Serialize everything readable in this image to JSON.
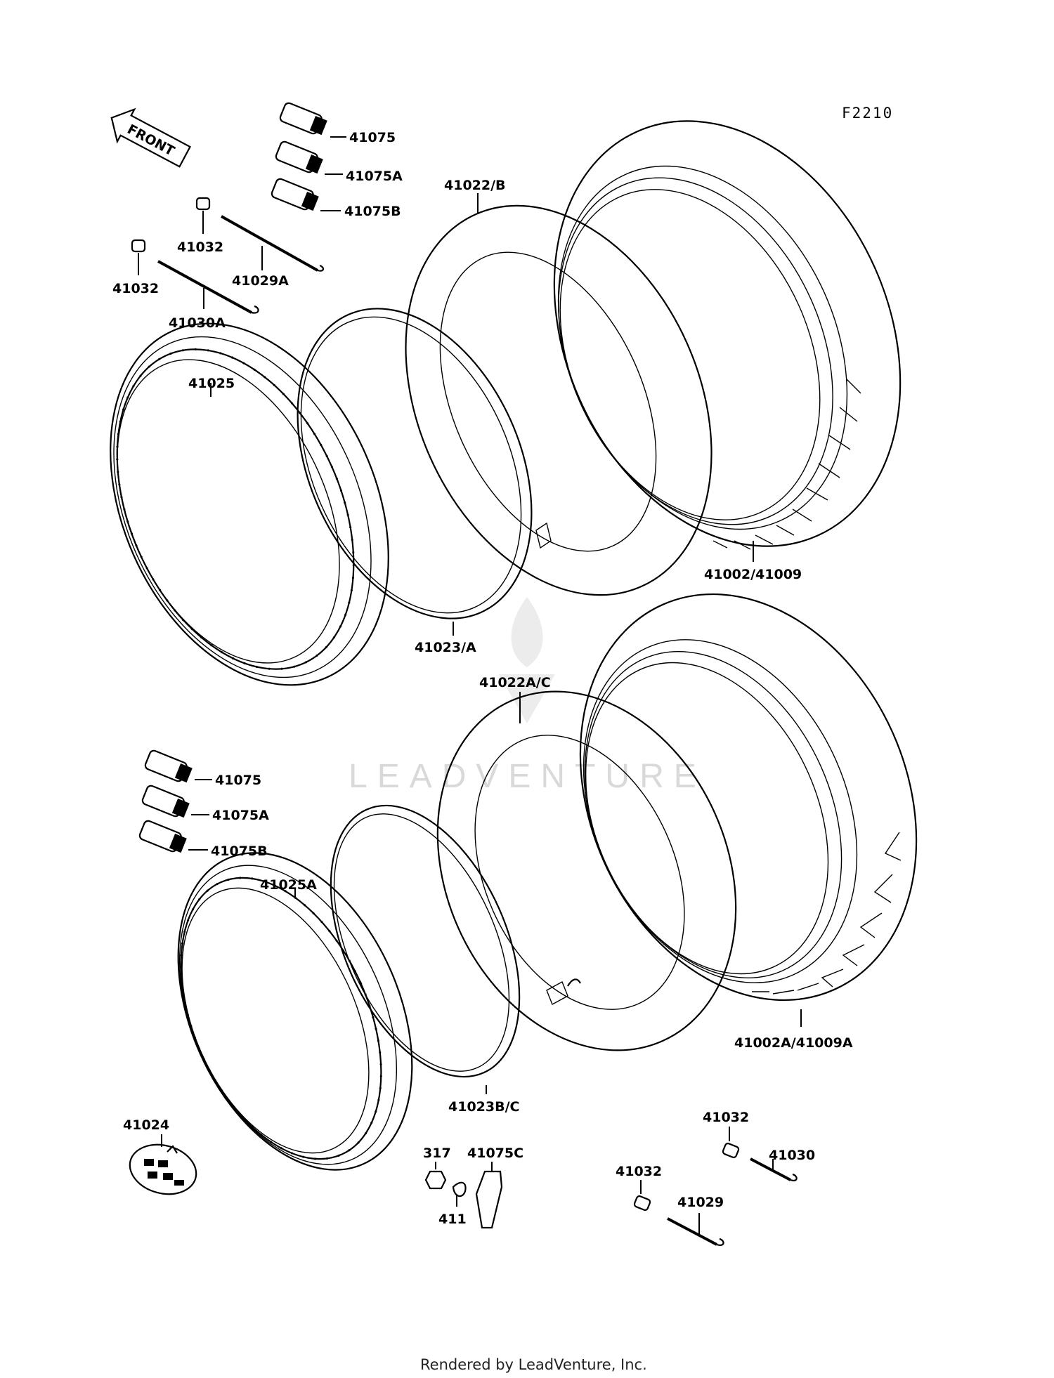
{
  "diagram": {
    "code": "F2210",
    "front_label": "FRONT",
    "watermark": "LEADVENTURE",
    "footer": "Rendered by LeadVenture, Inc.",
    "front_wheel": {
      "valve_cap_1": "41075",
      "valve_cap_2": "41075A",
      "valve_cap_3": "41075B",
      "nipple_1": "41032",
      "spoke_inner": "41029A",
      "nipple_2": "41032",
      "spoke_outer": "41030A",
      "rim": "41025",
      "rim_band": "41023/A",
      "tube": "41022/B",
      "tire": "41002/41009"
    },
    "rear_wheel": {
      "valve_cap_1": "41075",
      "valve_cap_2": "41075A",
      "valve_cap_3": "41075B",
      "rim": "41025A",
      "rim_band": "41023B/C",
      "tube": "41022A/C",
      "tire": "41002A/41009A",
      "balance_weight": "41024",
      "nut": "317",
      "washer": "411",
      "valve_cap_4": "41075C",
      "nipple_1": "41032",
      "spoke_1": "41030",
      "nipple_2": "41032",
      "spoke_2": "41029"
    }
  }
}
